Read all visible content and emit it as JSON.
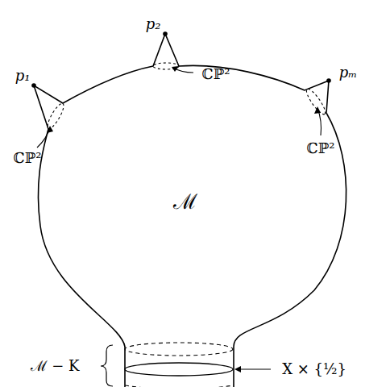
{
  "diagram": {
    "labels": [
      "p₁",
      "p₂",
      "pₘ",
      "ℂℙ²",
      "ℂℙ²",
      "ℂℙ²",
      "ℳ",
      "ℳ − K",
      "X × {½}"
    ]
  }
}
